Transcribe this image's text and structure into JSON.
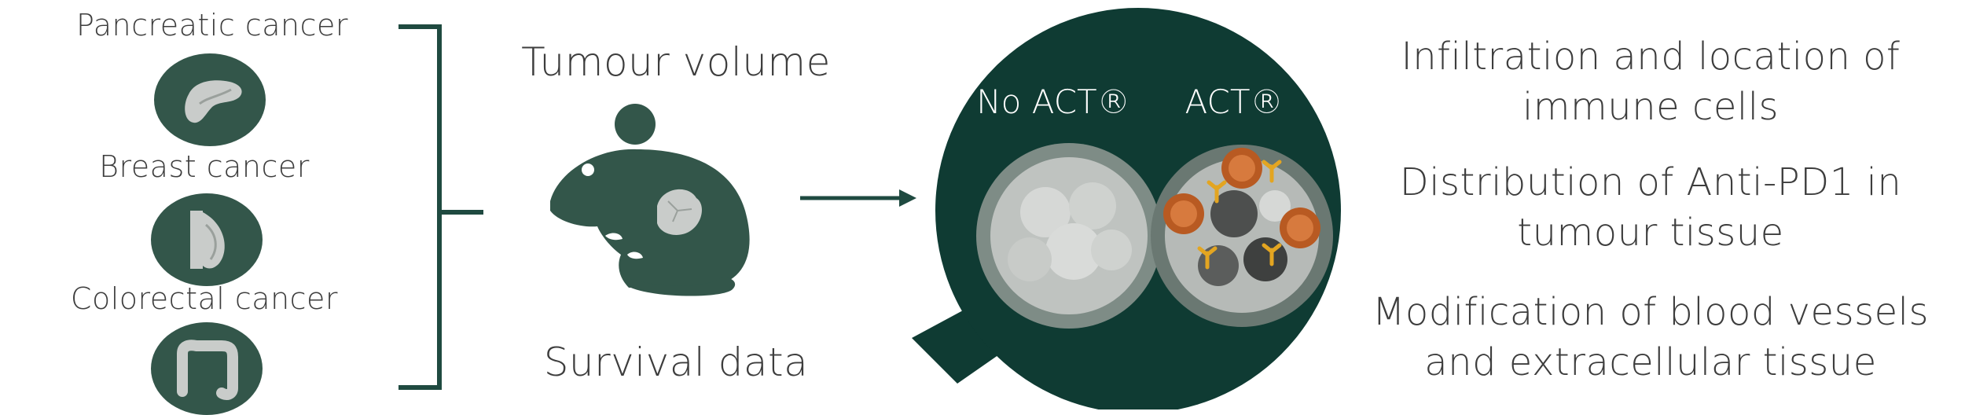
{
  "cancers": [
    {
      "label": "Pancreatic cancer",
      "icon": "pancreas-icon"
    },
    {
      "label": "Breast cancer",
      "icon": "breast-icon"
    },
    {
      "label": "Colorectal cancer",
      "icon": "colon-icon"
    }
  ],
  "model": {
    "top_label": "Tumour volume",
    "bottom_label": "Survival data",
    "icon": "mouse-with-tumour-icon"
  },
  "magnifier": {
    "left_label": "No ACT®",
    "right_label": "ACT®",
    "icon": "magnifier-icon"
  },
  "readouts": [
    {
      "line1": "Infiltration and location of",
      "line2": "immune cells"
    },
    {
      "line1": "Distribution of Anti-PD1 in",
      "line2": "tumour tissue"
    },
    {
      "line1": "Modification of blood vessels",
      "line2": "and extracellular tissue"
    }
  ],
  "colors": {
    "dark_green": "#33564a",
    "teal_dark": "#0f3b33",
    "tumour_grey": "#c9ccca",
    "immune_orange": "#c8652a",
    "antibody_gold": "#e3a521",
    "text": "#3d3d3d"
  }
}
